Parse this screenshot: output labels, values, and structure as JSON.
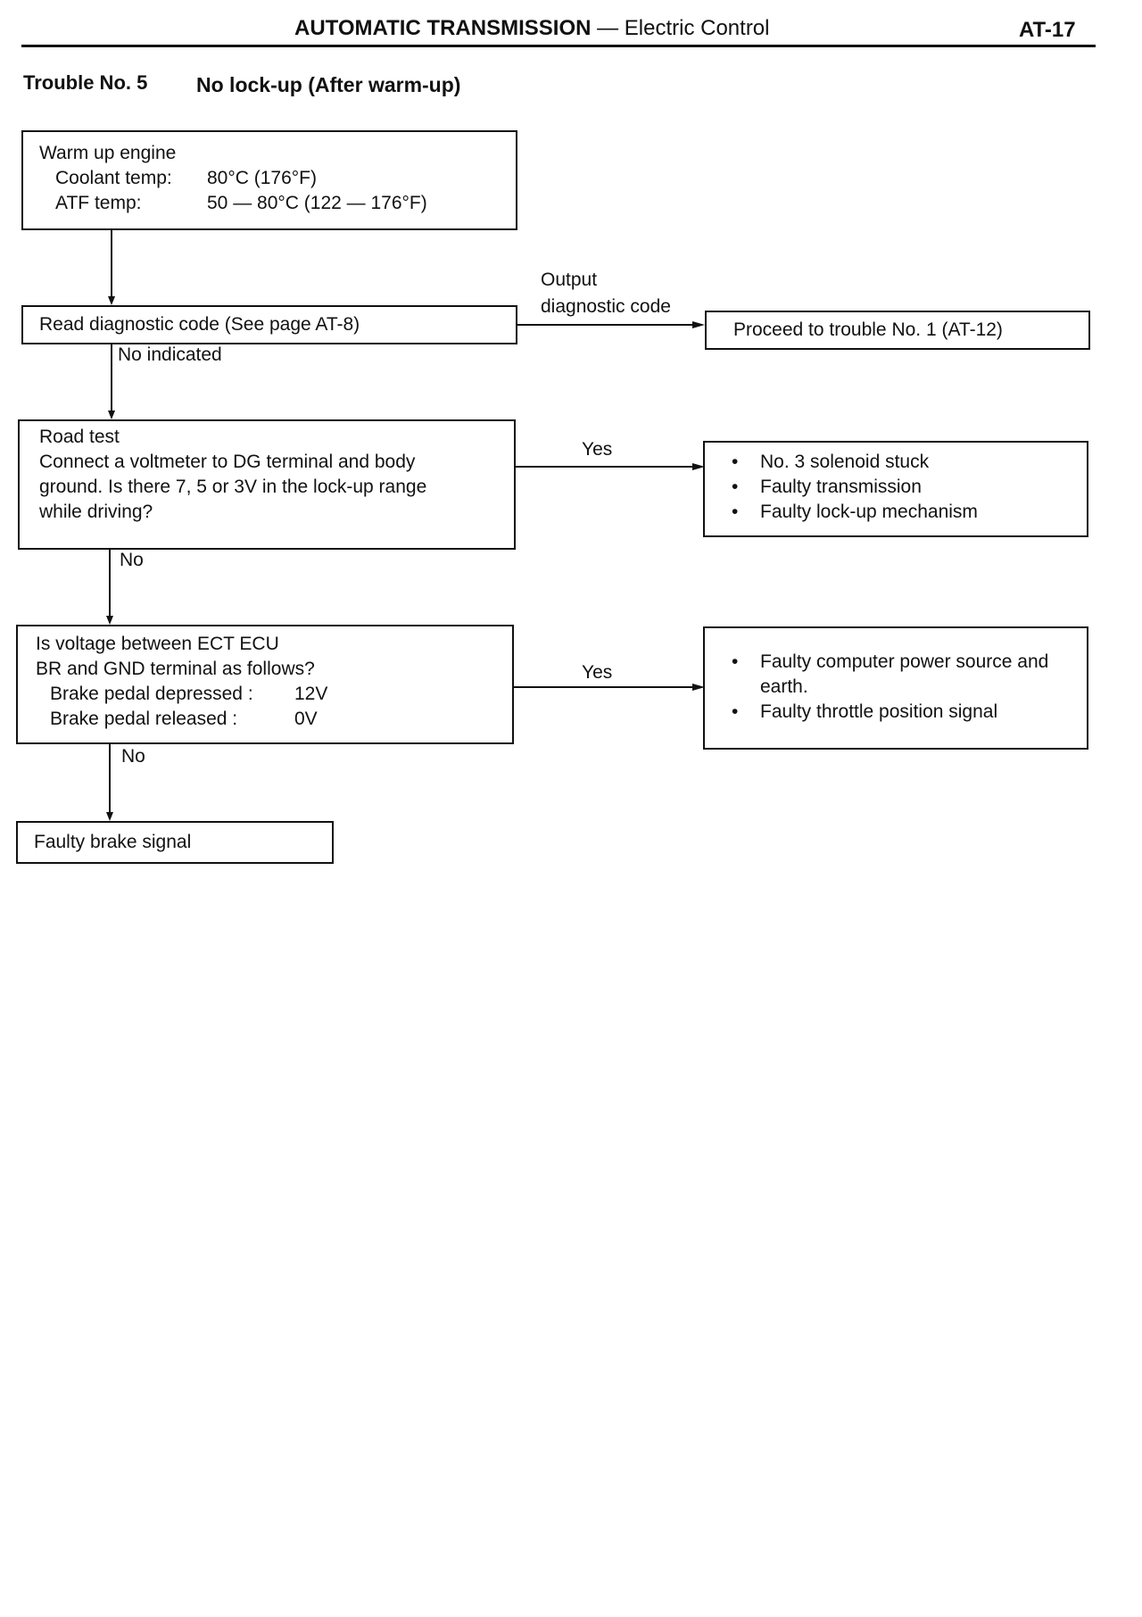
{
  "header": {
    "title_bold": "AUTOMATIC TRANSMISSION",
    "title_rest": " — Electric Control",
    "page": "AT-17"
  },
  "trouble": {
    "number": "Trouble No. 5",
    "title": "No lock-up (After warm-up)"
  },
  "flow": {
    "warmup": {
      "title": "Warm up engine",
      "coolant_label": "Coolant temp:",
      "coolant_value": "80°C (176°F)",
      "atf_label": "ATF temp:",
      "atf_value": "50 — 80°C (122 — 176°F)"
    },
    "read_code": "Read diagnostic code (See page AT-8)",
    "output_label_1": "Output",
    "output_label_2": "diagnostic code",
    "proceed": "Proceed to trouble No. 1 (AT-12)",
    "no_indicated": "No indicated",
    "road_test": {
      "line1": "Road test",
      "line2": "Connect a voltmeter to DG terminal and body",
      "line3": "ground. Is there 7, 5 or 3V in the lock-up range",
      "line4": "while driving?"
    },
    "yes_1": "Yes",
    "result_1": [
      "No. 3 solenoid stuck",
      "Faulty transmission",
      "Faulty lock-up mechanism"
    ],
    "no_1": "No",
    "voltage_check": {
      "line1": "Is voltage between ECT ECU",
      "line2": "BR and GND terminal as follows?",
      "depressed_label": "Brake pedal depressed :",
      "depressed_value": "12V",
      "released_label": "Brake pedal released :",
      "released_value": "0V"
    },
    "yes_2": "Yes",
    "result_2": [
      "Faulty computer power source and earth.",
      "Faulty throttle position signal"
    ],
    "no_2": "No",
    "final": "Faulty brake signal"
  }
}
